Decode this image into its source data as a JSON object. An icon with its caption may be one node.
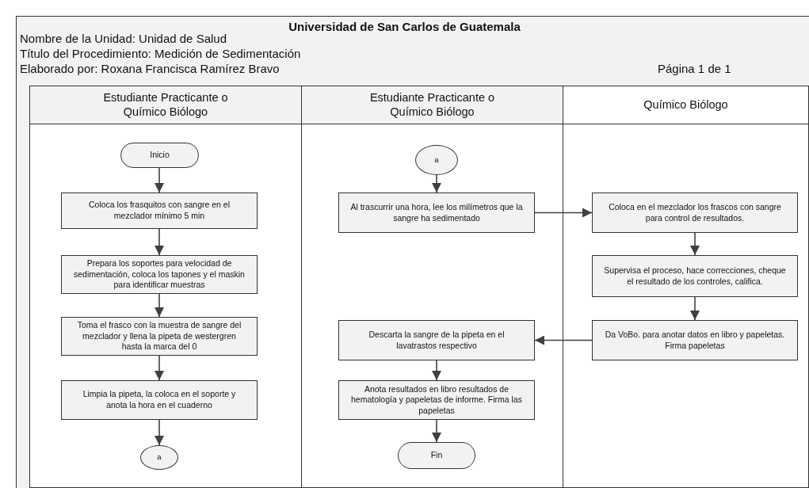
{
  "diagram": {
    "title": "Universidad de San Carlos de Guatemala",
    "nodes": [
      {
        "text": [
          "Estudiante Practicante o Químico Biólogo"
        ]
      },
      {
        "text": [
          "Estudiante Practicante o Químico Biólogo"
        ]
      },
      {
        "text": [
          "Químico Biólogo"
        ]
      },
      {
        "text": [
          "Inicio"
        ],
        "in": 0
      },
      {
        "text": [
          "Coloca los frasquitos con sangre en el mezclador mínimo 5 min"
        ],
        "in": 0
      },
      {
        "text": [
          "Prepara los soportes para velocidad de sedimentación, coloca los tapones y el maskin para identificar muestras"
        ],
        "in": 0
      },
      {
        "text": [
          "Toma el frasco con la muestra de sangre del mezclador y llena la pipeta de westergren hasta la marca del 0"
        ],
        "in": 0
      },
      {
        "text": [
          "Limpia la pipeta, la coloca en el soporte y anota la hora en el cuaderno"
        ],
        "in": 0
      },
      {
        "text": [
          "a"
        ],
        "in": 0
      },
      {
        "text": [
          "a"
        ],
        "in": 1
      },
      {
        "text": [
          "Al trascurrir una hora, lee los milímetros que la sangre ha sedimentado"
        ],
        "in": 1
      },
      {
        "text": [
          "Descarta la sangre de la pipeta en el lavatrastos respectivo"
        ],
        "in": 1
      },
      {
        "text": [
          "Anota resultados en libro resultados de hematología y papeletas de informe. Firma las papeletas"
        ],
        "in": 1
      },
      {
        "text": [
          "Fin"
        ],
        "in": 1
      },
      {
        "text": [
          "Coloca en el mezclador los frascos con sangre para control de resultados."
        ],
        "in": 2
      },
      {
        "text": [
          "Supervisa el proceso,  hace correcciones, cheque el resultado de los controles, califica."
        ],
        "in": 2
      },
      {
        "text": [
          "Da VoBo. para anotar datos en libro y papeletas. Firma papeletas"
        ],
        "in": 2
      }
    ],
    "edges": [
      {
        "from": 3,
        "to": 4,
        "arrow": "to"
      },
      {
        "from": 4,
        "to": 5,
        "arrow": "to"
      },
      {
        "from": 5,
        "to": 6,
        "arrow": "to"
      },
      {
        "from": 6,
        "to": 7,
        "arrow": "to"
      },
      {
        "from": 7,
        "to": 8,
        "arrow": "to"
      },
      {
        "from": 9,
        "to": 10,
        "arrow": "to"
      },
      {
        "from": 10,
        "to": 14,
        "arrow": "to"
      },
      {
        "from": 14,
        "to": 15,
        "arrow": "to"
      },
      {
        "from": 15,
        "to": 16,
        "arrow": "to"
      },
      {
        "from": 16,
        "to": 11,
        "arrow": "to"
      },
      {
        "from": 11,
        "to": 12,
        "arrow": "to"
      },
      {
        "from": 12,
        "to": 13,
        "arrow": "to"
      }
    ],
    "labels": [
      "Nombre de la Unidad: Unidad de Salud",
      "Título del Procedimiento: Medición de Sedimentación",
      "Elaborado por: Roxana Francisca Ramírez Bravo",
      "Página 1 de 1"
    ]
  }
}
